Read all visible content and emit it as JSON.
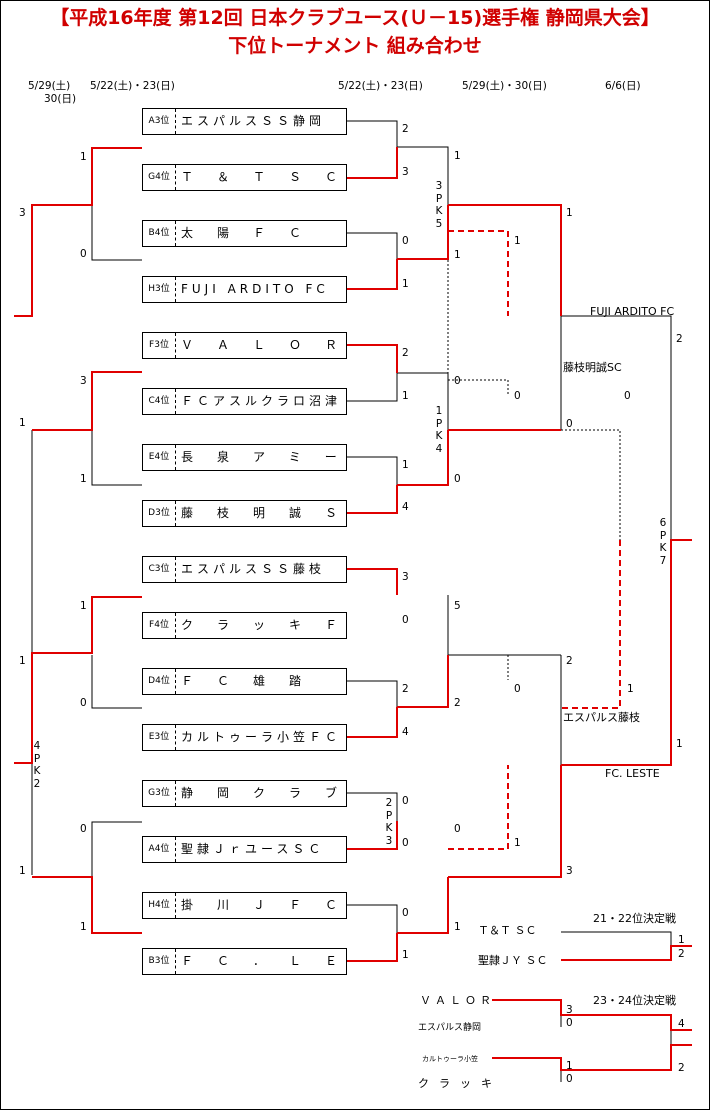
{
  "title_line1": "【平成16年度 第12回 日本クラブユース(Ｕ－15)選手権 静岡県大会】",
  "title_line2": "下位トーナメント 組み合わせ",
  "dates": {
    "r4": "5/29(土)",
    "r4b": "30(日)",
    "r3": "5/22(土)・23(日)",
    "r2r": "5/22(土)・23(日)",
    "r1r": "5/29(土)・30(日)",
    "final": "6/6(日)"
  },
  "teams": [
    {
      "seed": "A3位",
      "name": "エスパルスＳＳ静岡"
    },
    {
      "seed": "G4位",
      "name": "Ｔ＆ＴＳＣ"
    },
    {
      "seed": "B4位",
      "name": "太陽ＦＣ"
    },
    {
      "seed": "H3位",
      "name": "FUJI ARDITO FC"
    },
    {
      "seed": "F3位",
      "name": "ＶＡＬＯＲＦＣ"
    },
    {
      "seed": "C4位",
      "name": "ＦＣアスルクラロ沼津"
    },
    {
      "seed": "E4位",
      "name": "長泉アミーゴス"
    },
    {
      "seed": "D3位",
      "name": "藤枝明誠ＳＣ"
    },
    {
      "seed": "C3位",
      "name": "エスパルスＳＳ藤枝"
    },
    {
      "seed": "F4位",
      "name": "クラッキＦＣ"
    },
    {
      "seed": "D4位",
      "name": "ＦＣ雄踏"
    },
    {
      "seed": "E3位",
      "name": "カルトゥーラ小笠ＦＣ"
    },
    {
      "seed": "G3位",
      "name": "静岡クラブ"
    },
    {
      "seed": "A4位",
      "name": "聖隷ＪｒユースＳＣ"
    },
    {
      "seed": "H4位",
      "name": "掛川ＪＦＣ"
    },
    {
      "seed": "B3位",
      "name": "ＦＣ．ＬＥＳＴＥ"
    }
  ],
  "winners": {
    "upper_top": "FUJI ARDITO FC",
    "upper_bottom": "藤枝明誠SC",
    "lower_top": "エスパルス藤枝",
    "lower_bottom": "FC. LESTE"
  },
  "placement": {
    "p21_title": "21・22位決定戦",
    "p21_team1": "Ｔ＆Ｔ ＳＣ",
    "p21_team2": "聖隷ＪＹ ＳＣ",
    "p23_title": "23・24位決定戦",
    "p23_team1": "ＶＡＬＯＲ",
    "p23_team2": "エスパルス静岡",
    "p23_team3": "カルトゥーラ小笠",
    "p23_team4": "クラッキ"
  },
  "pk": {
    "r1a": "3\nP\nK\n5",
    "r1b": "1\nP\nK\n4",
    "r2left": "4\nP\nK\n2",
    "r1d": "2\nP\nK\n3",
    "final": "6\nP\nK\n7"
  },
  "scores": {
    "s01": "2",
    "s02": "3",
    "s03": "0",
    "s04": "1",
    "s05": "2",
    "s06": "1",
    "s07": "1",
    "s08": "4",
    "s09": "3",
    "s10": "0",
    "s11": "2",
    "s12": "4",
    "s13": "0",
    "s14": "0",
    "s15": "0",
    "s16": "1",
    "r2a1": "1",
    "r2a2": "1",
    "r2b1": "0",
    "r2b2": "0",
    "r2c1": "5",
    "r2c2": "2",
    "r2d1": "0",
    "r2d2": "1",
    "l1": "1",
    "l2": "0",
    "l3": "3",
    "l4": "1",
    "l5": "1",
    "l6": "0",
    "l7": "0",
    "l8": "1",
    "ll1": "3",
    "ll2": "1",
    "ll3": "1",
    "ll4": "1",
    "m1": "1",
    "m2": "0",
    "m3": "1",
    "m4": "0",
    "m5": "0",
    "m6": "1",
    "q1": "1",
    "q2": "0",
    "q3": "2",
    "q4": "3",
    "f1": "2",
    "f2": "0",
    "f3": "1",
    "f4": "2",
    "p21a": "1",
    "p21b": "2",
    "p23a": "3",
    "p23b": "0",
    "p23c": "1",
    "p23d": "0",
    "p23e": "4",
    "p23f": "2"
  }
}
